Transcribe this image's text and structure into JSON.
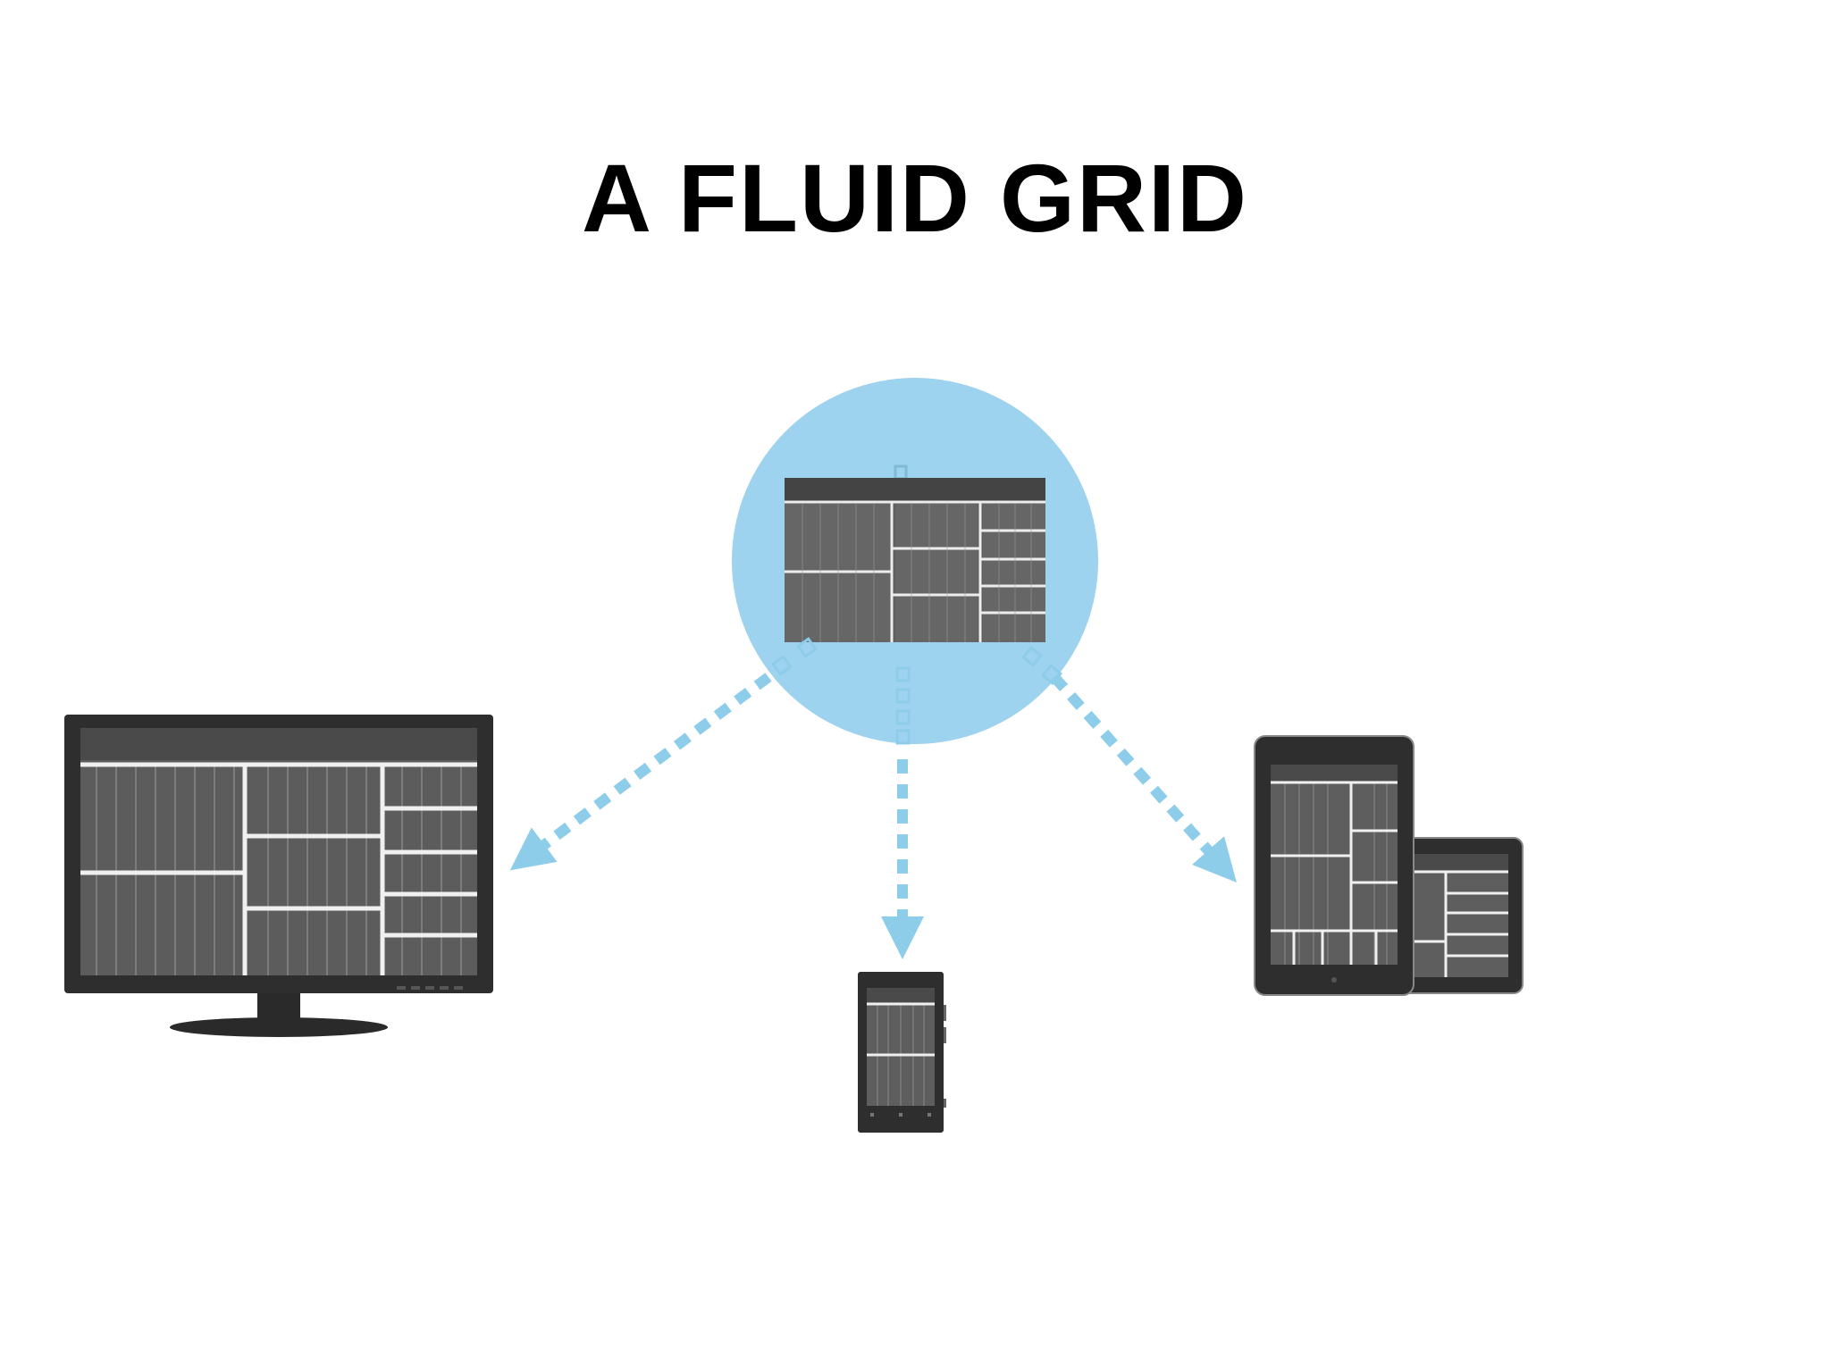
{
  "title": "A FLUID GRID",
  "colors": {
    "circle": "#9DD3EE",
    "arrow": "#8ECDEA",
    "device_body": "#2E2E2E",
    "screen_cell": "#6B6B6B",
    "screen_header": "#4A4A4A",
    "grid_line": "#E6E6E6"
  },
  "elements": {
    "source_grid": "circle-with-grid-layout",
    "targets": [
      "desktop-monitor",
      "smartphone",
      "tablets"
    ]
  }
}
